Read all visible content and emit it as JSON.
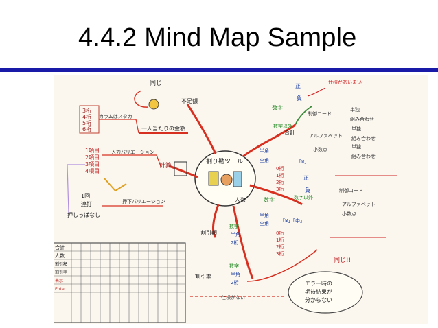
{
  "slide": {
    "title": "4.4.2 Mind Map Sample"
  },
  "map": {
    "center": "割り勘ツール",
    "top_left": {
      "same": "同じ",
      "shortage": "不足額",
      "per_person": "一人当たりの金額"
    },
    "digits": [
      "3桁",
      "4桁",
      "5桁",
      "6桁"
    ],
    "digits_caption": "カラムはスタカ",
    "items": [
      "1項目",
      "2項目",
      "3項目",
      "4項目"
    ],
    "input_caption": "入力バリエーション",
    "calc": "計算",
    "once": {
      "first": "1回",
      "second": "連打",
      "third": "押しっぱなし"
    },
    "key_variation": "押下バリエーション",
    "total": "合計",
    "numeric": "数字",
    "sign": {
      "positive": "正",
      "negative": "負"
    },
    "spec_unclear": "仕様があいまい",
    "digit_code": "制御コード",
    "single": "単独",
    "combo": "組み合わせ",
    "non_numeric": "数字以外",
    "alphabet": "アルファベット",
    "decimal": "小数点",
    "halfwidth": "半角",
    "fullwidth": "全角",
    "yen_label": "「¥」",
    "digit_list": [
      "0桁",
      "1桁",
      "2桁",
      "3桁"
    ],
    "people": "人数",
    "kanji_mark": "「¥」「中」",
    "same_ex": "同じ!!",
    "discount_amount": "割引額",
    "discount_rate": "割引率",
    "no_spec": "仕様がない",
    "error_note": [
      "エラー時の",
      "期待結果が",
      "分からない"
    ],
    "table_rows": [
      "合計",
      "人数",
      "割引額",
      "割引率",
      "表示",
      "Enter"
    ]
  }
}
